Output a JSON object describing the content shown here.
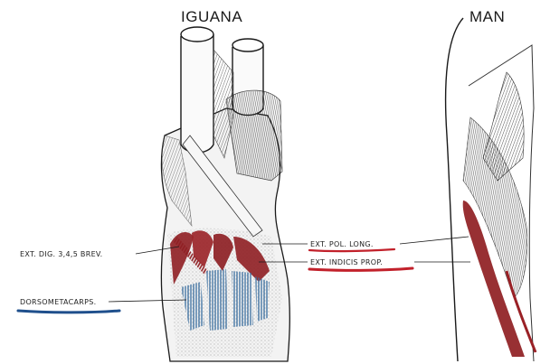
{
  "titles": {
    "left": "IGUANA",
    "right": "MAN"
  },
  "labels": {
    "ext_dig": "EXT. DIG. 3,4,5 BREV.",
    "dorsometacarps": "DORSOMETACARPS.",
    "ext_pol": "EXT. POL. LONG.",
    "ext_indicis": "EXT. INDICIS PROP."
  },
  "colors": {
    "ink": "#1a1a1a",
    "muscle_red": "#8f1e22",
    "underline_red": "#c2212b",
    "muscle_blue": "#3c6fa0",
    "underline_blue": "#1f4f8c"
  }
}
